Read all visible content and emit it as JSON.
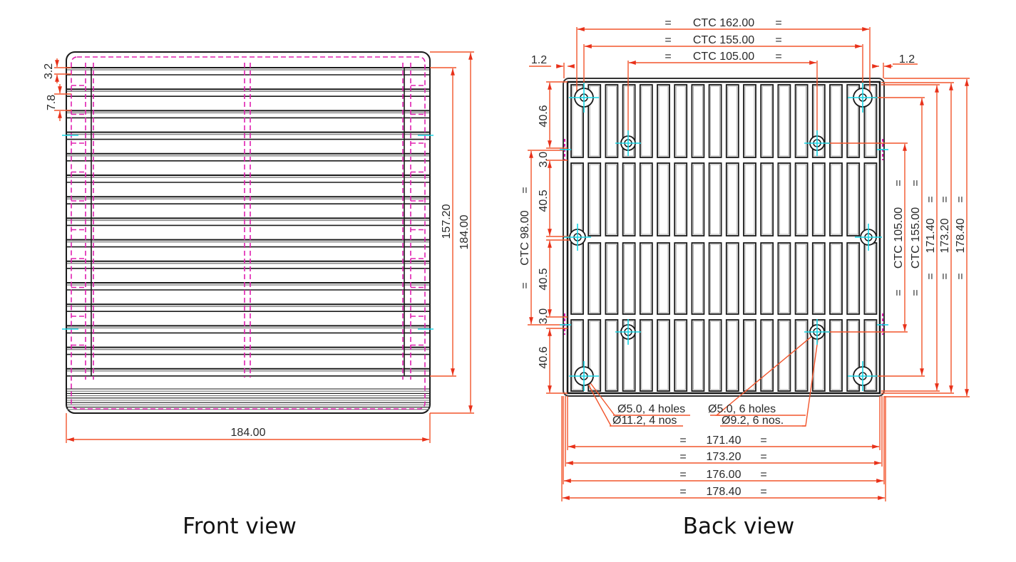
{
  "colors": {
    "outline": "#1a1a1a",
    "dimension": "#f2552c",
    "hidden": "#e020b0",
    "centerline": "#18d6e6",
    "text": "#2a2a2a"
  },
  "front_view": {
    "caption": "Front view",
    "dims": {
      "fin_thickness": "3.2",
      "fin_gap": "7.8",
      "inner_height": "157.20",
      "outer_height": "184.00",
      "width": "184.00"
    }
  },
  "back_view": {
    "caption": "Back view",
    "top_dims": {
      "ctc_162": "CTC 162.00",
      "ctc_155": "CTC 155.00",
      "ctc_105": "CTC 105.00",
      "eq": "=",
      "edge_left": "1.2",
      "edge_right": "1.2"
    },
    "left_dims": {
      "seg_top": "40.6",
      "gap_top": "3.0",
      "seg_mid_top": "40.5",
      "seg_mid_bottom": "40.5",
      "gap_bottom": "3.0",
      "seg_bottom": "40.6",
      "ctc": "CTC 98.00"
    },
    "right_dims": {
      "ctc_105": "CTC 105.00",
      "ctc_155": "CTC 155.00",
      "h171": "171.40",
      "h173": "173.20",
      "h178": "178.40"
    },
    "bottom_dims": {
      "w171": "171.40",
      "w173": "173.20",
      "w176": "176.00",
      "w178": "178.40"
    },
    "callouts": {
      "hole_small_4": "Ø5.0, 4 holes",
      "counterbore_4": "Ø11.2, 4 nos",
      "hole_small_6": "Ø5.0, 6 holes",
      "counterbore_6": "Ø9.2, 6 nos."
    }
  }
}
